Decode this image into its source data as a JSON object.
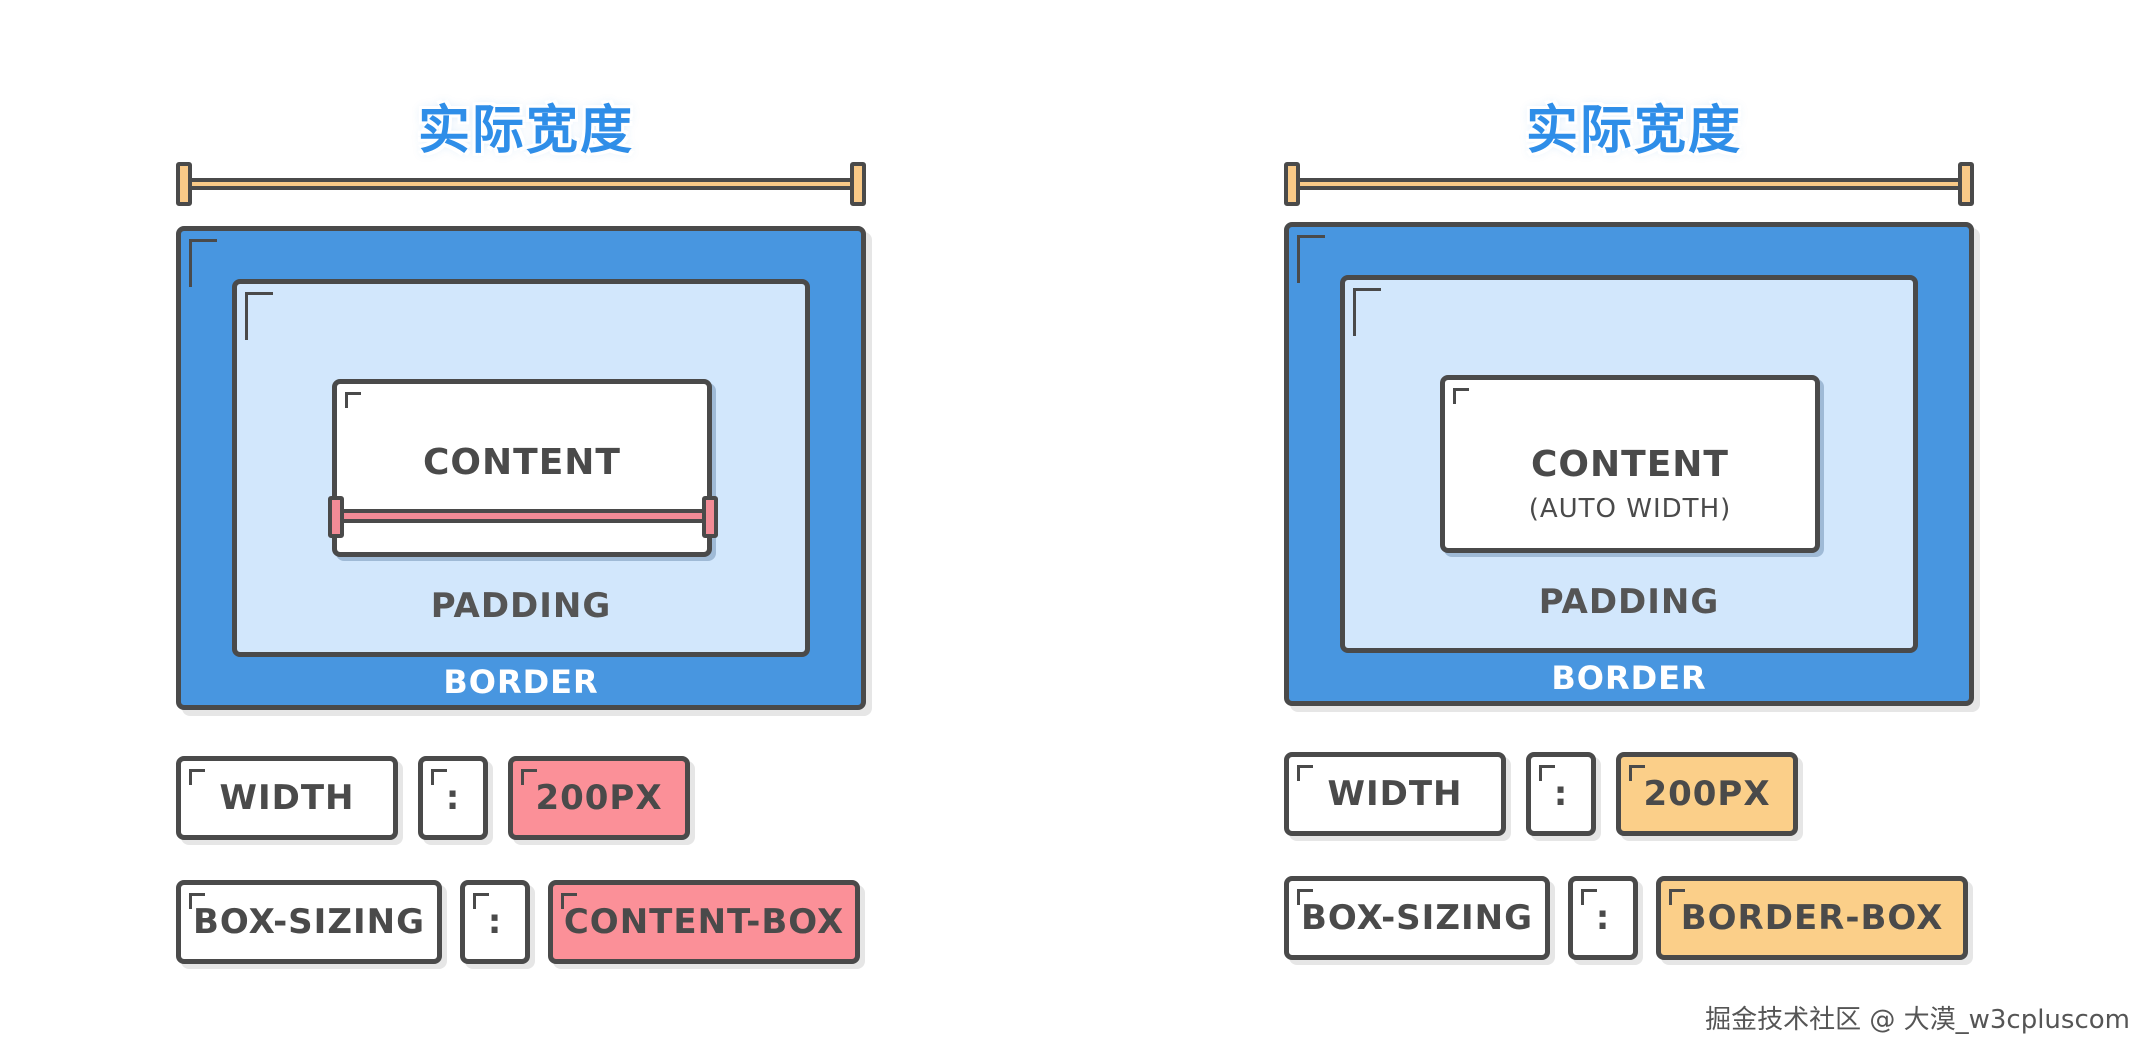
{
  "colors": {
    "border_fill": "#4896e0",
    "padding_fill": "#d2e7fc",
    "content_fill": "#ffffff",
    "outline": "#4a4a4a",
    "title_blue": "#2f8ee8",
    "outer_measure": "#f9c987",
    "inner_measure_pink": "#f28b96",
    "value_pink": "#fb9098",
    "value_orange": "#fbcf89"
  },
  "left": {
    "title": "实际宽度",
    "content_label": "CONTENT",
    "padding_label": "PADDING",
    "border_label": "BORDER",
    "width_prop": "WIDTH",
    "colon": ":",
    "width_value": "200PX",
    "sizing_prop": "BOX-SIZING",
    "sizing_value": "CONTENT-BOX"
  },
  "right": {
    "title": "实际宽度",
    "content_label": "CONTENT",
    "content_sub": "(AUTO WIDTH)",
    "padding_label": "PADDING",
    "border_label": "BORDER",
    "width_prop": "WIDTH",
    "colon": ":",
    "width_value": "200PX",
    "sizing_prop": "BOX-SIZING",
    "sizing_value": "BORDER-BOX"
  },
  "footer": "掘金技术社区 @ 大漠_w3cpluscom"
}
